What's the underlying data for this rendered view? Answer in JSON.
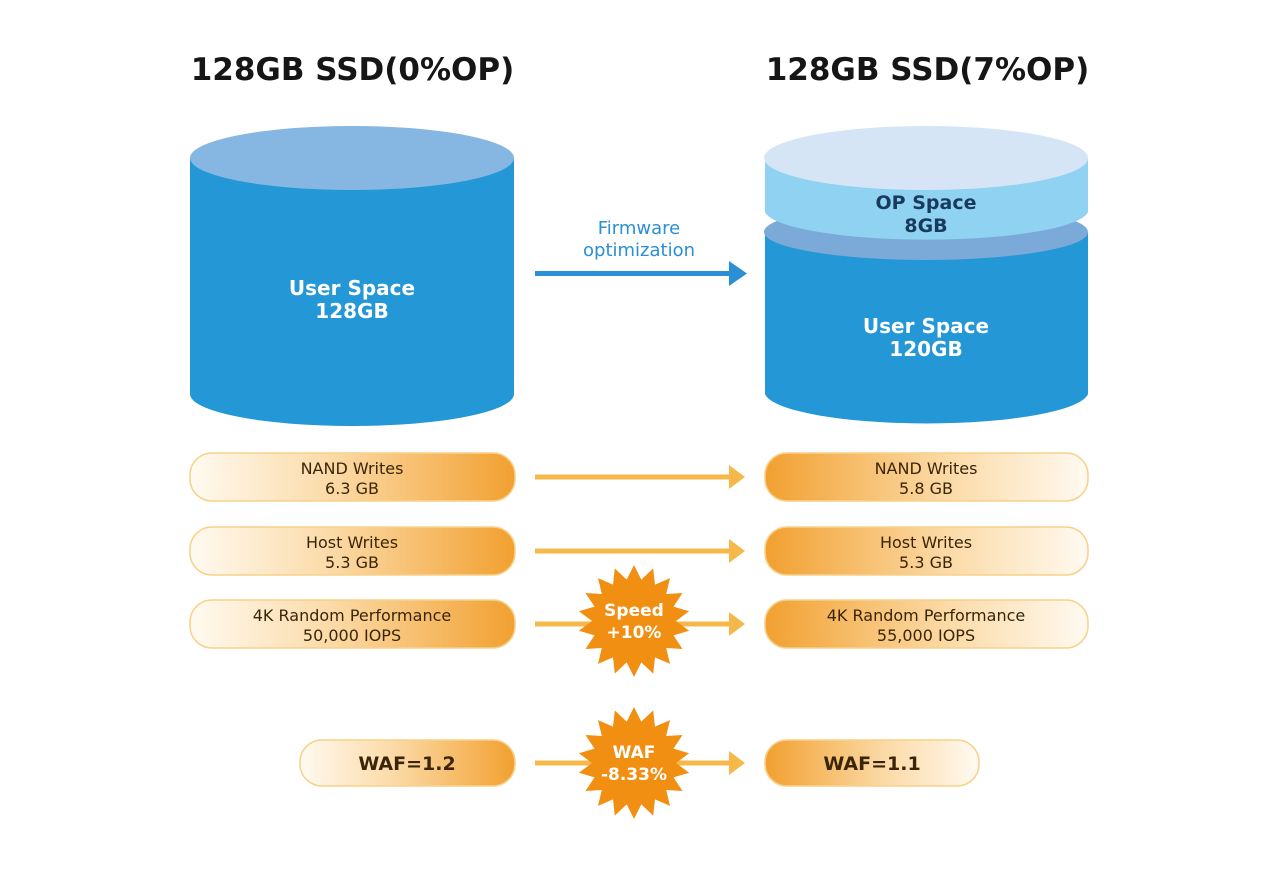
{
  "colors": {
    "cylinder_body": "#2497d6",
    "cylinder_top": "#85b7e2",
    "op_body": "#8fd2f2",
    "op_top": "#d6e5f6",
    "arrow_blue": "#2a8fd4",
    "arrow_orange": "#f6b84a",
    "pill_fill": "#f3a332",
    "burst_fill": "#f18f12"
  },
  "left_title": "128GB SSD(0%OP)",
  "right_title": "128GB SSD(7%OP)",
  "left_cylinder": {
    "label": "User Space",
    "size": "128GB"
  },
  "right_cylinder": {
    "op_label": "OP Space",
    "op_size": "8GB",
    "user_label": "User Space",
    "user_size": "120GB"
  },
  "transition": {
    "line1": "Firmware",
    "line2": "optimization",
    "icon": "arrow-right-icon"
  },
  "rows": [
    {
      "left": {
        "name": "NAND Writes",
        "value": "6.3 GB"
      },
      "right": {
        "name": "NAND Writes",
        "value": "5.8 GB"
      }
    },
    {
      "left": {
        "name": "Host Writes",
        "value": "5.3 GB"
      },
      "right": {
        "name": "Host Writes",
        "value": "5.3 GB"
      }
    },
    {
      "left": {
        "name": "4K Random Performance",
        "value": "50,000 IOPS"
      },
      "right": {
        "name": "4K Random Performance",
        "value": "55,000 IOPS"
      },
      "burst": {
        "line1": "Speed",
        "line2": "+10%",
        "icon": "starburst-icon"
      }
    }
  ],
  "waf": {
    "left": "WAF=1.2",
    "right": "WAF=1.1",
    "burst": {
      "line1": "WAF",
      "line2": "-8.33%",
      "icon": "starburst-icon"
    }
  }
}
